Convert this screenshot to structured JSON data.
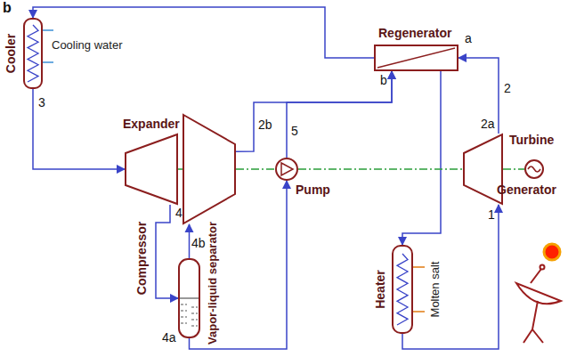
{
  "diagram": {
    "nodes": [
      {
        "text": [
          "Cooler"
        ]
      },
      {
        "text": [
          "Regenerator"
        ]
      },
      {
        "text": [
          "Expander"
        ]
      },
      {
        "text": [
          "Compressor"
        ]
      },
      {
        "text": [
          "Pump"
        ]
      },
      {
        "text": [
          "Turbine"
        ]
      },
      {
        "text": [
          "Generator"
        ]
      },
      {
        "text": [
          "Vapor-liquid separator"
        ]
      },
      {
        "text": [
          "Heater"
        ]
      }
    ],
    "edges": [
      {
        "from": 0,
        "to": 2,
        "arrow": "to"
      },
      {
        "from": 2,
        "to": 7,
        "arrow": "to"
      },
      {
        "from": 7,
        "to": 3,
        "arrow": "to"
      },
      {
        "from": 7,
        "to": 4,
        "arrow": "to"
      },
      {
        "from": 3,
        "to": 1,
        "arrow": "to"
      },
      {
        "from": 4,
        "to": 1,
        "arrow": "to"
      },
      {
        "from": 1,
        "to": 8,
        "arrow": "to"
      },
      {
        "from": 8,
        "to": 5,
        "arrow": "to"
      },
      {
        "from": 5,
        "to": 1,
        "arrow": "to"
      },
      {
        "from": 1,
        "to": 0,
        "arrow": "to"
      },
      {
        "from": 2,
        "to": 3,
        "arrow": "none"
      },
      {
        "from": 3,
        "to": 4,
        "arrow": "none"
      },
      {
        "from": 4,
        "to": 5,
        "arrow": "none"
      },
      {
        "from": 5,
        "to": 6,
        "arrow": "none"
      }
    ],
    "labels": [
      "b",
      "Cooling water",
      "Molten salt",
      "a",
      "b",
      "1",
      "2",
      "2a",
      "2b",
      "3",
      "4",
      "4a",
      "4b",
      "5"
    ]
  }
}
